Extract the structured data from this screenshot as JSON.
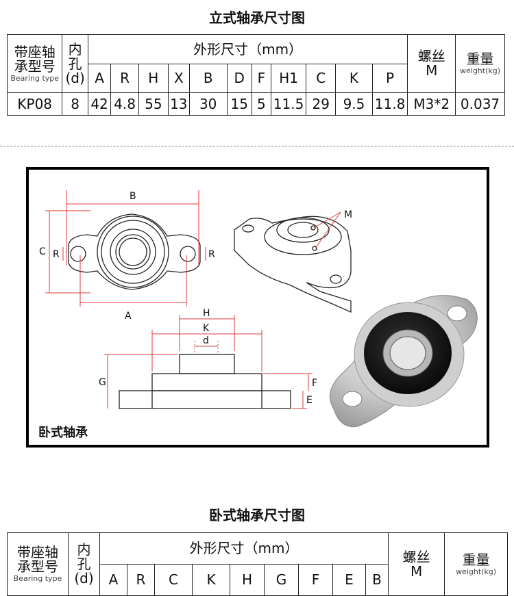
{
  "vertical": {
    "title": "立式轴承尺寸图",
    "headers": {
      "model": [
        "带座轴",
        "承型号"
      ],
      "model_en": "Bearing type",
      "bore": [
        "内",
        "孔",
        "(d)"
      ],
      "dims_group": "外形尺寸（mm）",
      "screw": [
        "螺丝",
        "M"
      ],
      "weight": "重量",
      "weight_en": "weight(kg)"
    },
    "columns": [
      "A",
      "R",
      "H",
      "X",
      "B",
      "D",
      "F",
      "H1",
      "C",
      "K",
      "P"
    ],
    "row": {
      "model": "KP08",
      "bore": "8",
      "values": [
        "42",
        "4.8",
        "55",
        "13",
        "30",
        "15",
        "5",
        "11.5",
        "29",
        "9.5",
        "11.8"
      ],
      "screw": "M3*2",
      "weight": "0.037"
    }
  },
  "drawing": {
    "label": "卧式轴承",
    "dims": {
      "B": "B",
      "C": "C",
      "R": "R",
      "A": "A",
      "H": "H",
      "K": "K",
      "d": "d",
      "G": "G",
      "F": "F",
      "E": "E",
      "M": "M"
    }
  },
  "horizontal": {
    "title": "卧式轴承尺寸图",
    "headers": {
      "model": [
        "带座轴",
        "承型号"
      ],
      "model_en": "Bearing type",
      "bore": [
        "内",
        "孔",
        "(d)"
      ],
      "dims_group": "外形尺寸（mm）",
      "screw": [
        "螺丝",
        "M"
      ],
      "weight": "重量",
      "weight_en": "weight(kg)"
    },
    "columns": [
      "A",
      "R",
      "C",
      "K",
      "H",
      "G",
      "F",
      "E",
      "B"
    ]
  },
  "colors": {
    "dimension_line": "#e23a3a",
    "outline": "#222222",
    "frame": "#000000"
  }
}
